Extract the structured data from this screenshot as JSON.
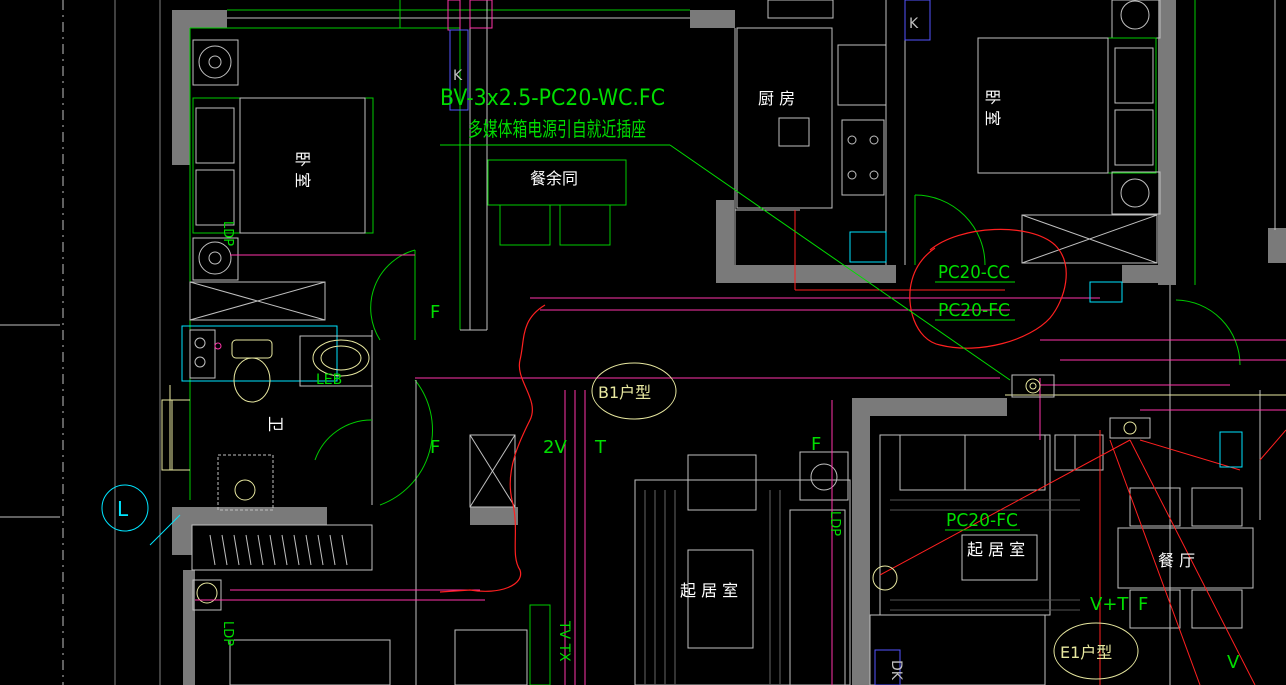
{
  "drawing": {
    "background": "#000000",
    "colors": {
      "wall": "#808080",
      "green": "#00dd00",
      "red": "#ff2020",
      "magenta": "#ff33aa",
      "cyan": "#00e5ff",
      "yellow": "#e8e8a0",
      "white": "#ffffff",
      "dim": "#c0c0c0"
    },
    "annotations": {
      "cable_spec": "BV-3x2.5-PC20-WC.FC",
      "cable_note": "多媒体箱电源引自就近插座",
      "conduit_cc": "PC20-CC",
      "conduit_fc": "PC20-FC",
      "conduit_fc_living": "PC20-FC"
    },
    "rooms": {
      "bedroom_left": "卧 室",
      "bedroom_right": "卧 室",
      "kitchen": "厨 房",
      "dining_ext": "餐余同",
      "bath": "卫",
      "living_center": "起 居 室",
      "living_right": "起 居 室",
      "dining_right": "餐 厅"
    },
    "unit_types": {
      "b1": "B1户型",
      "e1": "E1户型"
    },
    "symbols": {
      "f1": "F",
      "f2": "F",
      "f3": "F",
      "f4": "F",
      "sv": "2V",
      "t": "T",
      "vt": "V+T",
      "v": "V",
      "grid_axis": "L",
      "k_left": "K",
      "k_right": "K",
      "dk": "DK",
      "tv_tx": "TV TX",
      "ldp_left": "LDP",
      "ldp_bottom": "LDP",
      "ldp_mid": "LDP",
      "leb": "LEB"
    }
  }
}
